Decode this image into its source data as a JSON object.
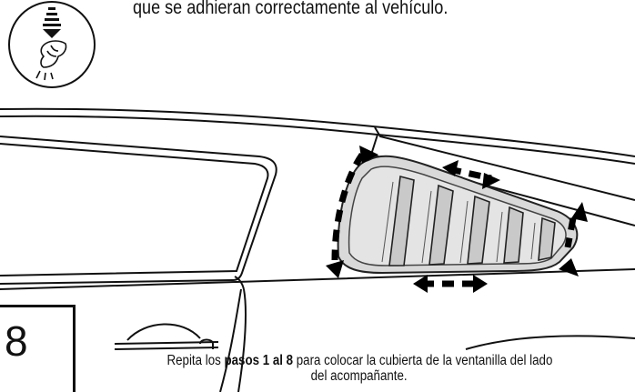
{
  "instruction": {
    "top_text": "que se adhieran correctamente al vehículo."
  },
  "step": {
    "number": "8",
    "caption_prefix": "Repita los ",
    "caption_bold": "pasos 1 al 8",
    "caption_suffix": " para colocar la cubierta de la ventanilla del lado",
    "caption_line2": "del acompañante."
  },
  "icons": {
    "press_icon": "press-down-hand-icon",
    "direction_arrows": "dashed-arrow-icon"
  },
  "colors": {
    "line": "#111111",
    "louver_fill": "#d9d9d9",
    "louver_stroke": "#222222",
    "background": "#ffffff"
  }
}
